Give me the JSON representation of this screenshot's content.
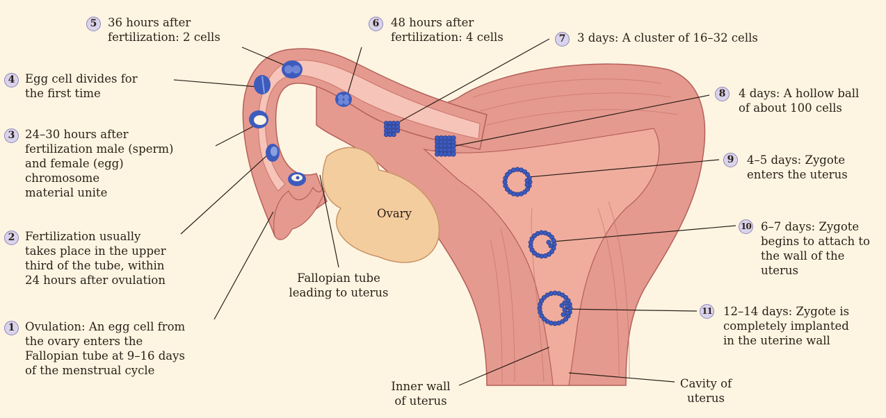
{
  "palette": {
    "background": "#fdf5e2",
    "tissue": "#e59a8f",
    "tissue_dark": "#b45f58",
    "lumen": "#f6c4b8",
    "ovary": "#f4cd9f",
    "cells": "#3d5bbd",
    "marker_fill": "#d9d3ec"
  },
  "labels": {
    "ovary": "Ovary",
    "fallopian_tube": "Fallopian tube\nleading to uterus",
    "inner_wall": "Inner wall\nof uterus",
    "cavity": "Cavity of\nuterus"
  },
  "stages": [
    {
      "num": "1",
      "text": "Ovulation: An egg cell from\nthe ovary enters the\nFallopian tube at 9–16 days\nof the menstrual cycle"
    },
    {
      "num": "2",
      "text": "Fertilization usually\ntakes place in the upper\nthird of the tube, within\n24 hours after ovulation"
    },
    {
      "num": "3",
      "text": "24–30 hours after\nfertilization male (sperm)\nand female (egg)\nchromosome\nmaterial unite"
    },
    {
      "num": "4",
      "text": "Egg cell divides for\nthe first time"
    },
    {
      "num": "5",
      "text": "36 hours after\nfertilization: 2 cells"
    },
    {
      "num": "6",
      "text": "48 hours after\nfertilization: 4 cells"
    },
    {
      "num": "7",
      "text": "3 days: A cluster of 16–32 cells"
    },
    {
      "num": "8",
      "text": "4 days: A hollow ball\nof about 100 cells"
    },
    {
      "num": "9",
      "text": "4–5 days: Zygote\nenters the uterus"
    },
    {
      "num": "10",
      "text": "6–7 days: Zygote\nbegins to attach to\nthe wall of the\nuterus"
    },
    {
      "num": "11",
      "text": "12–14 days: Zygote is\ncompletely implanted\nin the uterine wall"
    }
  ]
}
